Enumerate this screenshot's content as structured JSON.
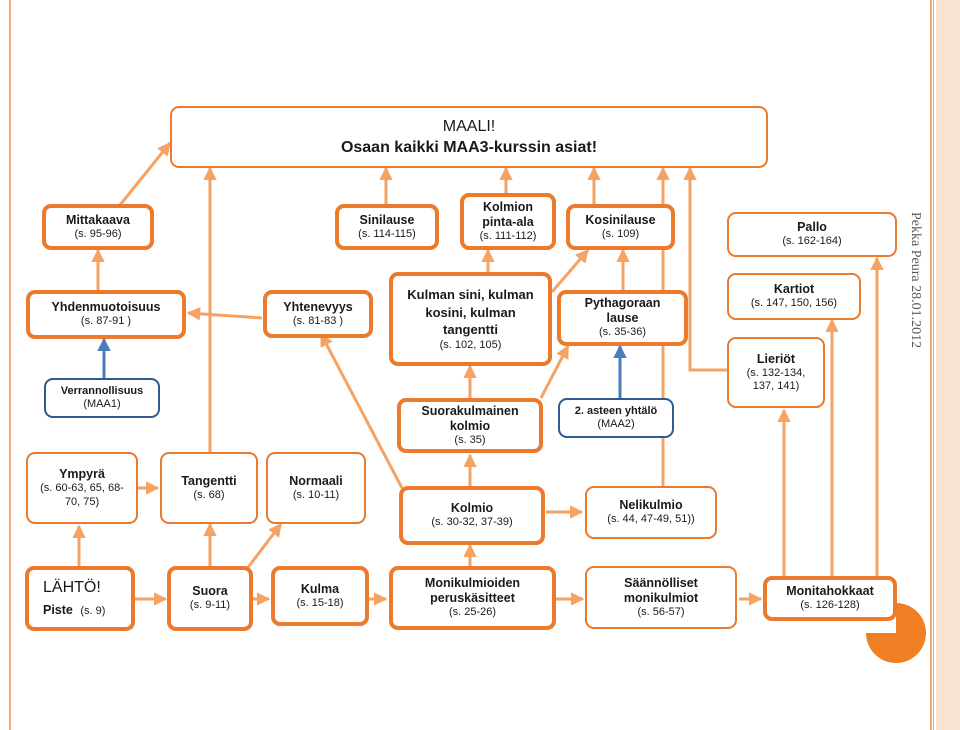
{
  "caption": "Pekka Peura 28.01.2012",
  "nodes": {
    "goal": {
      "line1": "MAALI!",
      "line2": "Osaan kaikki MAA3-kurssin asiat!"
    },
    "mittakaava": {
      "title": "Mittakaava",
      "sub": "(s. 95-96)"
    },
    "sinilause": {
      "title": "Sinilause",
      "sub": "(s. 114-115)"
    },
    "kolmion_pinta_ala": {
      "title": "Kolmion pinta-ala",
      "sub": "(s. 111-112)"
    },
    "kosinilause": {
      "title": "Kosinilause",
      "sub": "(s. 109)"
    },
    "pallo": {
      "title": "Pallo",
      "sub": "(s. 162-164)"
    },
    "yhdenmuotoisuus": {
      "title": "Yhdenmuotoisuus",
      "sub": "(s. 87-91 )"
    },
    "yhtenevyys": {
      "title": "Yhtenevyys",
      "sub": "(s. 81-83 )"
    },
    "kulman_sini": {
      "title": "Kulman sini, kulman kosini, kulman tangentti",
      "sub": "(s. 102, 105)"
    },
    "pythagoraan_lause": {
      "title": "Pythagoraan lause",
      "sub": "(s. 35-36)"
    },
    "kartiot": {
      "title": "Kartiot",
      "sub": "(s. 147, 150, 156)"
    },
    "lieriot": {
      "title": "Lieriöt",
      "sub": "(s. 132-134, 137, 141)"
    },
    "verrannollisuus": {
      "title": "Verrannollisuus",
      "sub": "(MAA1)"
    },
    "suorakulmainen_kolmio": {
      "title": "Suorakulmainen kolmio",
      "sub": "(s. 35)"
    },
    "toisen_asteen_yhtalo": {
      "title": "2. asteen yhtälö",
      "sub": "(MAA2)"
    },
    "ympyra": {
      "title": "Ympyrä",
      "sub": "(s. 60-63, 65, 68-70, 75)"
    },
    "tangentti": {
      "title": "Tangentti",
      "sub": "(s. 68)"
    },
    "normaali": {
      "title": "Normaali",
      "sub": "(s. 10-11)"
    },
    "kolmio": {
      "title": "Kolmio",
      "sub": "(s. 30-32, 37-39)"
    },
    "nelikulmio": {
      "title": "Nelikulmio",
      "sub": "(s. 44, 47-49, 51))"
    },
    "lahto": {
      "title": "LÄHTÖ!",
      "subtitle": "Piste",
      "sub": "(s. 9)"
    },
    "suora": {
      "title": "Suora",
      "sub": "(s. 9-11)"
    },
    "kulma": {
      "title": "Kulma",
      "sub": "(s. 15-18)"
    },
    "monikulmioiden_peruskasitteet": {
      "title": "Monikulmioiden peruskäsitteet",
      "sub": "(s. 25-26)"
    },
    "saannolliset_monikulmiot": {
      "title": "Säännölliset monikulmiot",
      "sub": "(s. 56-57)"
    },
    "monitahokkaat": {
      "title": "Monitahokkaat",
      "sub": "(s. 126-128)"
    }
  },
  "colors": {
    "orange_border": "#ec7a2c",
    "orange_arrow": "#f5a263",
    "blue_border": "#2e5c8f",
    "blue_arrow": "#4a7ebb",
    "corner_circle": "#f07f24",
    "edge_band": "#f2a97a"
  }
}
